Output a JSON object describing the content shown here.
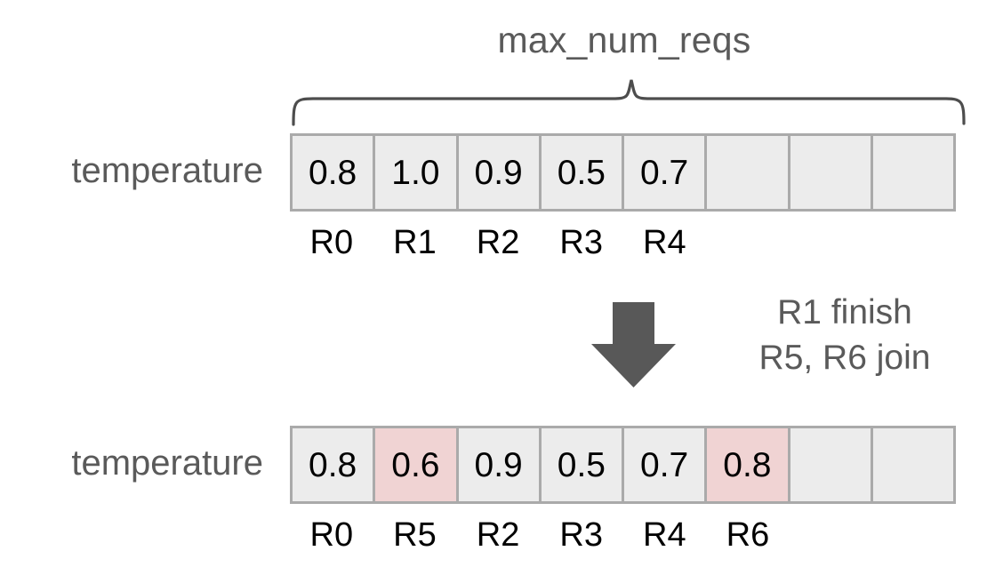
{
  "diagram": {
    "title": "max_num_reqs",
    "transition_note_line1": "R1 finish",
    "transition_note_line2": "R5, R6 join",
    "colors": {
      "cell_fill": "#ececec",
      "cell_border": "#aaaaaa",
      "highlight_fill": "#f0d3d3",
      "label_text": "#5a5a5a",
      "value_text": "#000000",
      "arrow": "#585858",
      "brace": "#4d4d4d"
    },
    "icons": {
      "arrow": "arrow-down-icon",
      "brace": "curly-brace-icon"
    },
    "rows": [
      {
        "name": "before",
        "label": "temperature",
        "capacity": 8,
        "cells": [
          {
            "value": "0.8",
            "request": "R0",
            "highlighted": false,
            "occupied": true
          },
          {
            "value": "1.0",
            "request": "R1",
            "highlighted": false,
            "occupied": true
          },
          {
            "value": "0.9",
            "request": "R2",
            "highlighted": false,
            "occupied": true
          },
          {
            "value": "0.5",
            "request": "R3",
            "highlighted": false,
            "occupied": true
          },
          {
            "value": "0.7",
            "request": "R4",
            "highlighted": false,
            "occupied": true
          },
          {
            "value": "",
            "request": "",
            "highlighted": false,
            "occupied": false
          },
          {
            "value": "",
            "request": "",
            "highlighted": false,
            "occupied": false
          },
          {
            "value": "",
            "request": "",
            "highlighted": false,
            "occupied": false
          }
        ]
      },
      {
        "name": "after",
        "label": "temperature",
        "capacity": 8,
        "cells": [
          {
            "value": "0.8",
            "request": "R0",
            "highlighted": false,
            "occupied": true
          },
          {
            "value": "0.6",
            "request": "R5",
            "highlighted": true,
            "occupied": true
          },
          {
            "value": "0.9",
            "request": "R2",
            "highlighted": false,
            "occupied": true
          },
          {
            "value": "0.5",
            "request": "R3",
            "highlighted": false,
            "occupied": true
          },
          {
            "value": "0.7",
            "request": "R4",
            "highlighted": false,
            "occupied": true
          },
          {
            "value": "0.8",
            "request": "R6",
            "highlighted": true,
            "occupied": true
          },
          {
            "value": "",
            "request": "",
            "highlighted": false,
            "occupied": false
          },
          {
            "value": "",
            "request": "",
            "highlighted": false,
            "occupied": false
          }
        ]
      }
    ]
  }
}
